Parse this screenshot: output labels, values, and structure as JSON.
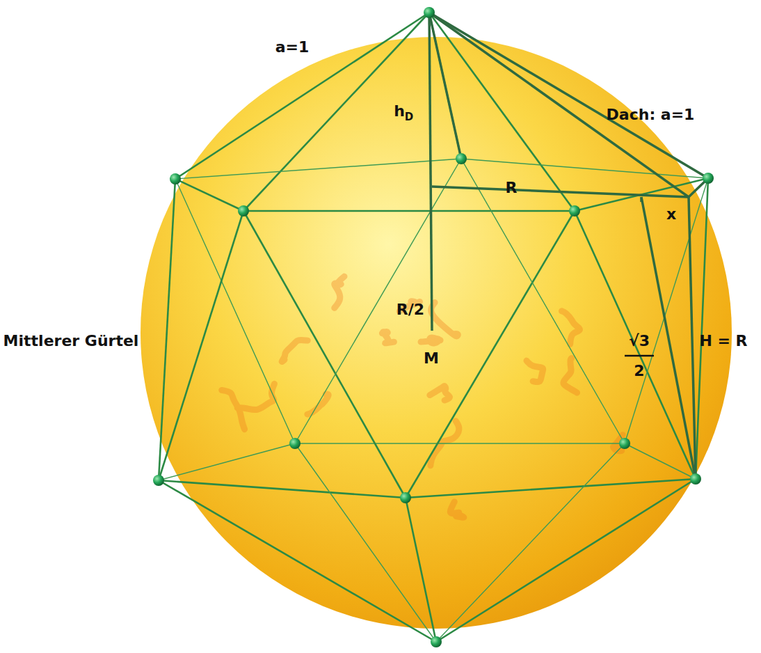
{
  "diagram": {
    "labels": [
      "a=1",
      "h",
      "D",
      "Dach: a=1",
      "R",
      "x",
      "R/2",
      "M",
      "√3",
      "2",
      "H = R",
      "Mittlerer Gürtel"
    ]
  }
}
